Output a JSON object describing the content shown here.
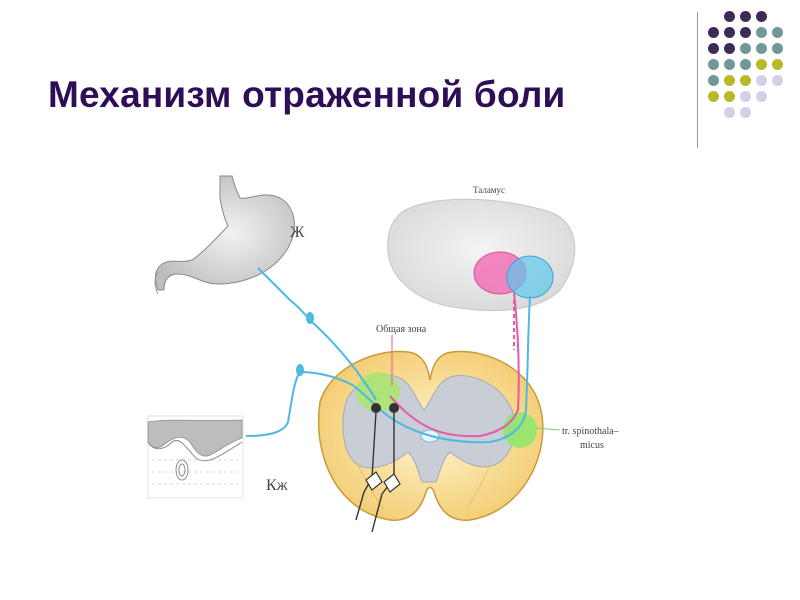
{
  "slide": {
    "title": "Механизм отраженной боли"
  },
  "decoration": {
    "dot_colors": {
      "purple": "#3f2a5c",
      "teal": "#6f9a9a",
      "olive": "#b8b82a",
      "lavender": "#d3d0e6"
    }
  },
  "diagram": {
    "labels": {
      "stomach": "Ж",
      "thalamus": "Таламус",
      "common_zone": "Общая зона",
      "skin": "Кж",
      "tract_line1": "tr. spinothala–",
      "tract_line2": "micus"
    }
  }
}
